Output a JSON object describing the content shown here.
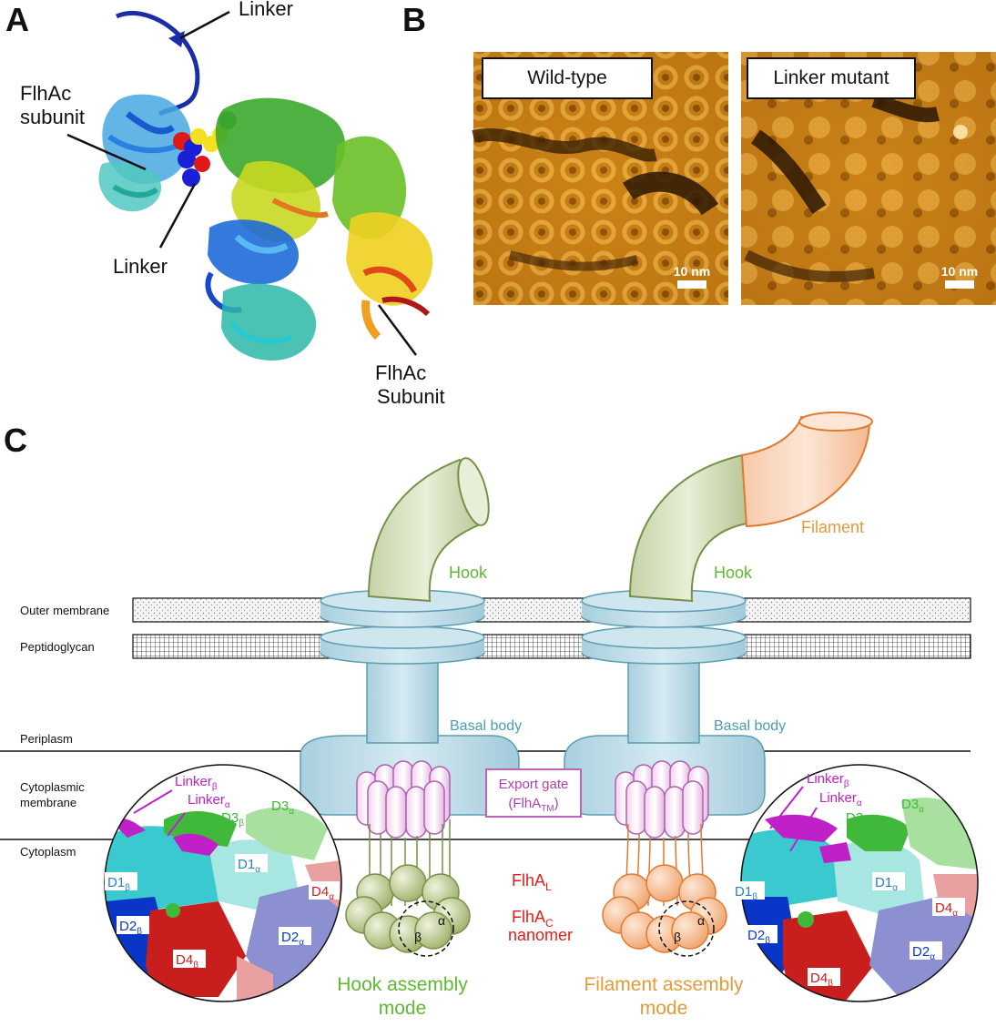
{
  "panels": {
    "a": "A",
    "b": "B",
    "c": "C"
  },
  "panel_a": {
    "linker_top": "Linker",
    "flhac_subunit_1": [
      "FlhAc",
      "subunit"
    ],
    "linker_bottom": "Linker",
    "flhac_subunit_2": [
      "FlhAc",
      "Subunit"
    ]
  },
  "panel_b": {
    "left": {
      "label": "Wild-type",
      "scale": "10 nm"
    },
    "right": {
      "label": "Linker mutant",
      "scale": "10 nm"
    }
  },
  "panel_c": {
    "layers": {
      "outer_membrane": "Outer membrane",
      "peptidoglycan": "Peptidoglycan",
      "periplasm": "Periplasm",
      "cytoplasmic_membrane": [
        "Cytoplasmic",
        "membrane"
      ],
      "cytoplasm": "Cytoplasm"
    },
    "hook_left": "Hook",
    "hook_right": "Hook",
    "filament": "Filament",
    "basal_body_left": "Basal body",
    "basal_body_right": "Basal body",
    "export_gate": {
      "line1": "Export gate",
      "line2_main": "(FlhA",
      "line2_sub": "TM",
      "line2_end": ")"
    },
    "flhal": {
      "main": "FlhA",
      "sub": "L"
    },
    "flhac": {
      "main": "FlhA",
      "sub": "C",
      "line2": "nanomer"
    },
    "ring_labels": {
      "beta": "β",
      "alpha": "α"
    },
    "mode_left": [
      "Hook assembly",
      "mode"
    ],
    "mode_right": [
      "Filament assembly",
      "mode"
    ],
    "zoom_left": {
      "linker_beta": {
        "main": "Linker",
        "sub": "β"
      },
      "linker_alpha": {
        "main": "Linker",
        "sub": "α"
      },
      "d3_beta": {
        "main": "D3",
        "sub": "β"
      },
      "d3_alpha": {
        "main": "D3",
        "sub": "α"
      },
      "d1_beta": {
        "main": "D1",
        "sub": "β"
      },
      "d1_alpha": {
        "main": "D1",
        "sub": "α"
      },
      "d4_alpha": {
        "main": "D4",
        "sub": "α"
      },
      "d2_beta": {
        "main": "D2",
        "sub": "β"
      },
      "d2_alpha": {
        "main": "D2",
        "sub": "α"
      },
      "d4_beta": {
        "main": "D4",
        "sub": "β"
      }
    },
    "zoom_right": {
      "linker_beta": {
        "main": "Linker",
        "sub": "β"
      },
      "linker_alpha": {
        "main": "Linker",
        "sub": "α"
      },
      "d3_beta": {
        "main": "D3",
        "sub": "β"
      },
      "d3_alpha": {
        "main": "D3",
        "sub": "α"
      },
      "d1_beta": {
        "main": "D1",
        "sub": "β"
      },
      "d1_alpha": {
        "main": "D1",
        "sub": "α"
      },
      "d4_alpha": {
        "main": "D4",
        "sub": "α"
      },
      "d2_beta": {
        "main": "D2",
        "sub": "β"
      },
      "d2_alpha": {
        "main": "D2",
        "sub": "α"
      },
      "d4_beta": {
        "main": "D4",
        "sub": "β"
      }
    }
  },
  "colors": {
    "hook_green": "#5fb832",
    "filament_orange": "#e39a3a",
    "basal_blue": "#4a9bb8",
    "export_magenta": "#b040b0",
    "flha_red": "#e0201c",
    "domain_d1_beta": "#3bc9d0",
    "domain_d1_alpha": "#a8e6e2",
    "domain_d2_beta": "#0a36c8",
    "domain_d2_alpha": "#8c90d0",
    "domain_d3": "#40b83a",
    "domain_d4_beta": "#c81e1e",
    "domain_d4_alpha": "#e8a0a0",
    "linker": "#c020c8"
  }
}
